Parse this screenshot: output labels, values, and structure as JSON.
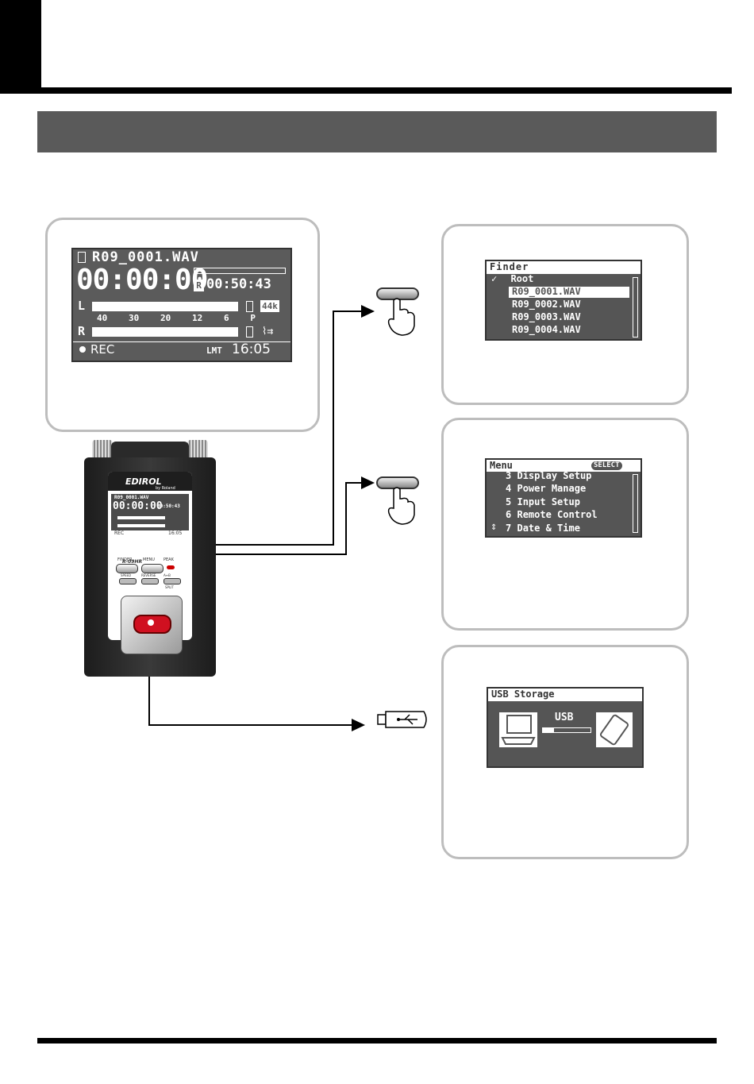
{
  "main_screen": {
    "filename": "R09_0001.WAV",
    "counter": "00:00:00",
    "remain_time": "00:50:43",
    "ch_l": "L",
    "ch_r": "R",
    "meter_scale": [
      "40",
      "30",
      "20",
      "12",
      "6",
      "P"
    ],
    "sample_rate": "44k",
    "rec_status": "REC",
    "lmt_label": "LMT",
    "clock": "16:05"
  },
  "finder_screen": {
    "title": "Finder",
    "root_label": "Root",
    "files": [
      "R09_0001.WAV",
      "R09_0002.WAV",
      "R09_0003.WAV",
      "R09_0004.WAV"
    ]
  },
  "menu_screen": {
    "title": "Menu",
    "select_badge": "SELECT",
    "items": [
      {
        "num": "3",
        "label": "Display Setup"
      },
      {
        "num": "4",
        "label": "Power Manage"
      },
      {
        "num": "5",
        "label": "Input Setup"
      },
      {
        "num": "6",
        "label": "Remote Control"
      },
      {
        "num": "7",
        "label": "Date & Time"
      }
    ]
  },
  "usb_screen": {
    "title": "USB Storage",
    "usb_label": "USB"
  },
  "device": {
    "brand": "EDIROL",
    "sub_brand": "by Roland",
    "model": "R-09HR",
    "finder_btn": "FINDER",
    "menu_btn": "MENU",
    "peak_label": "PEAK",
    "speed_label": "SPEED",
    "reverse_label": "REVERSE",
    "ab_label": "A↔B",
    "split_label": "SPLIT"
  }
}
